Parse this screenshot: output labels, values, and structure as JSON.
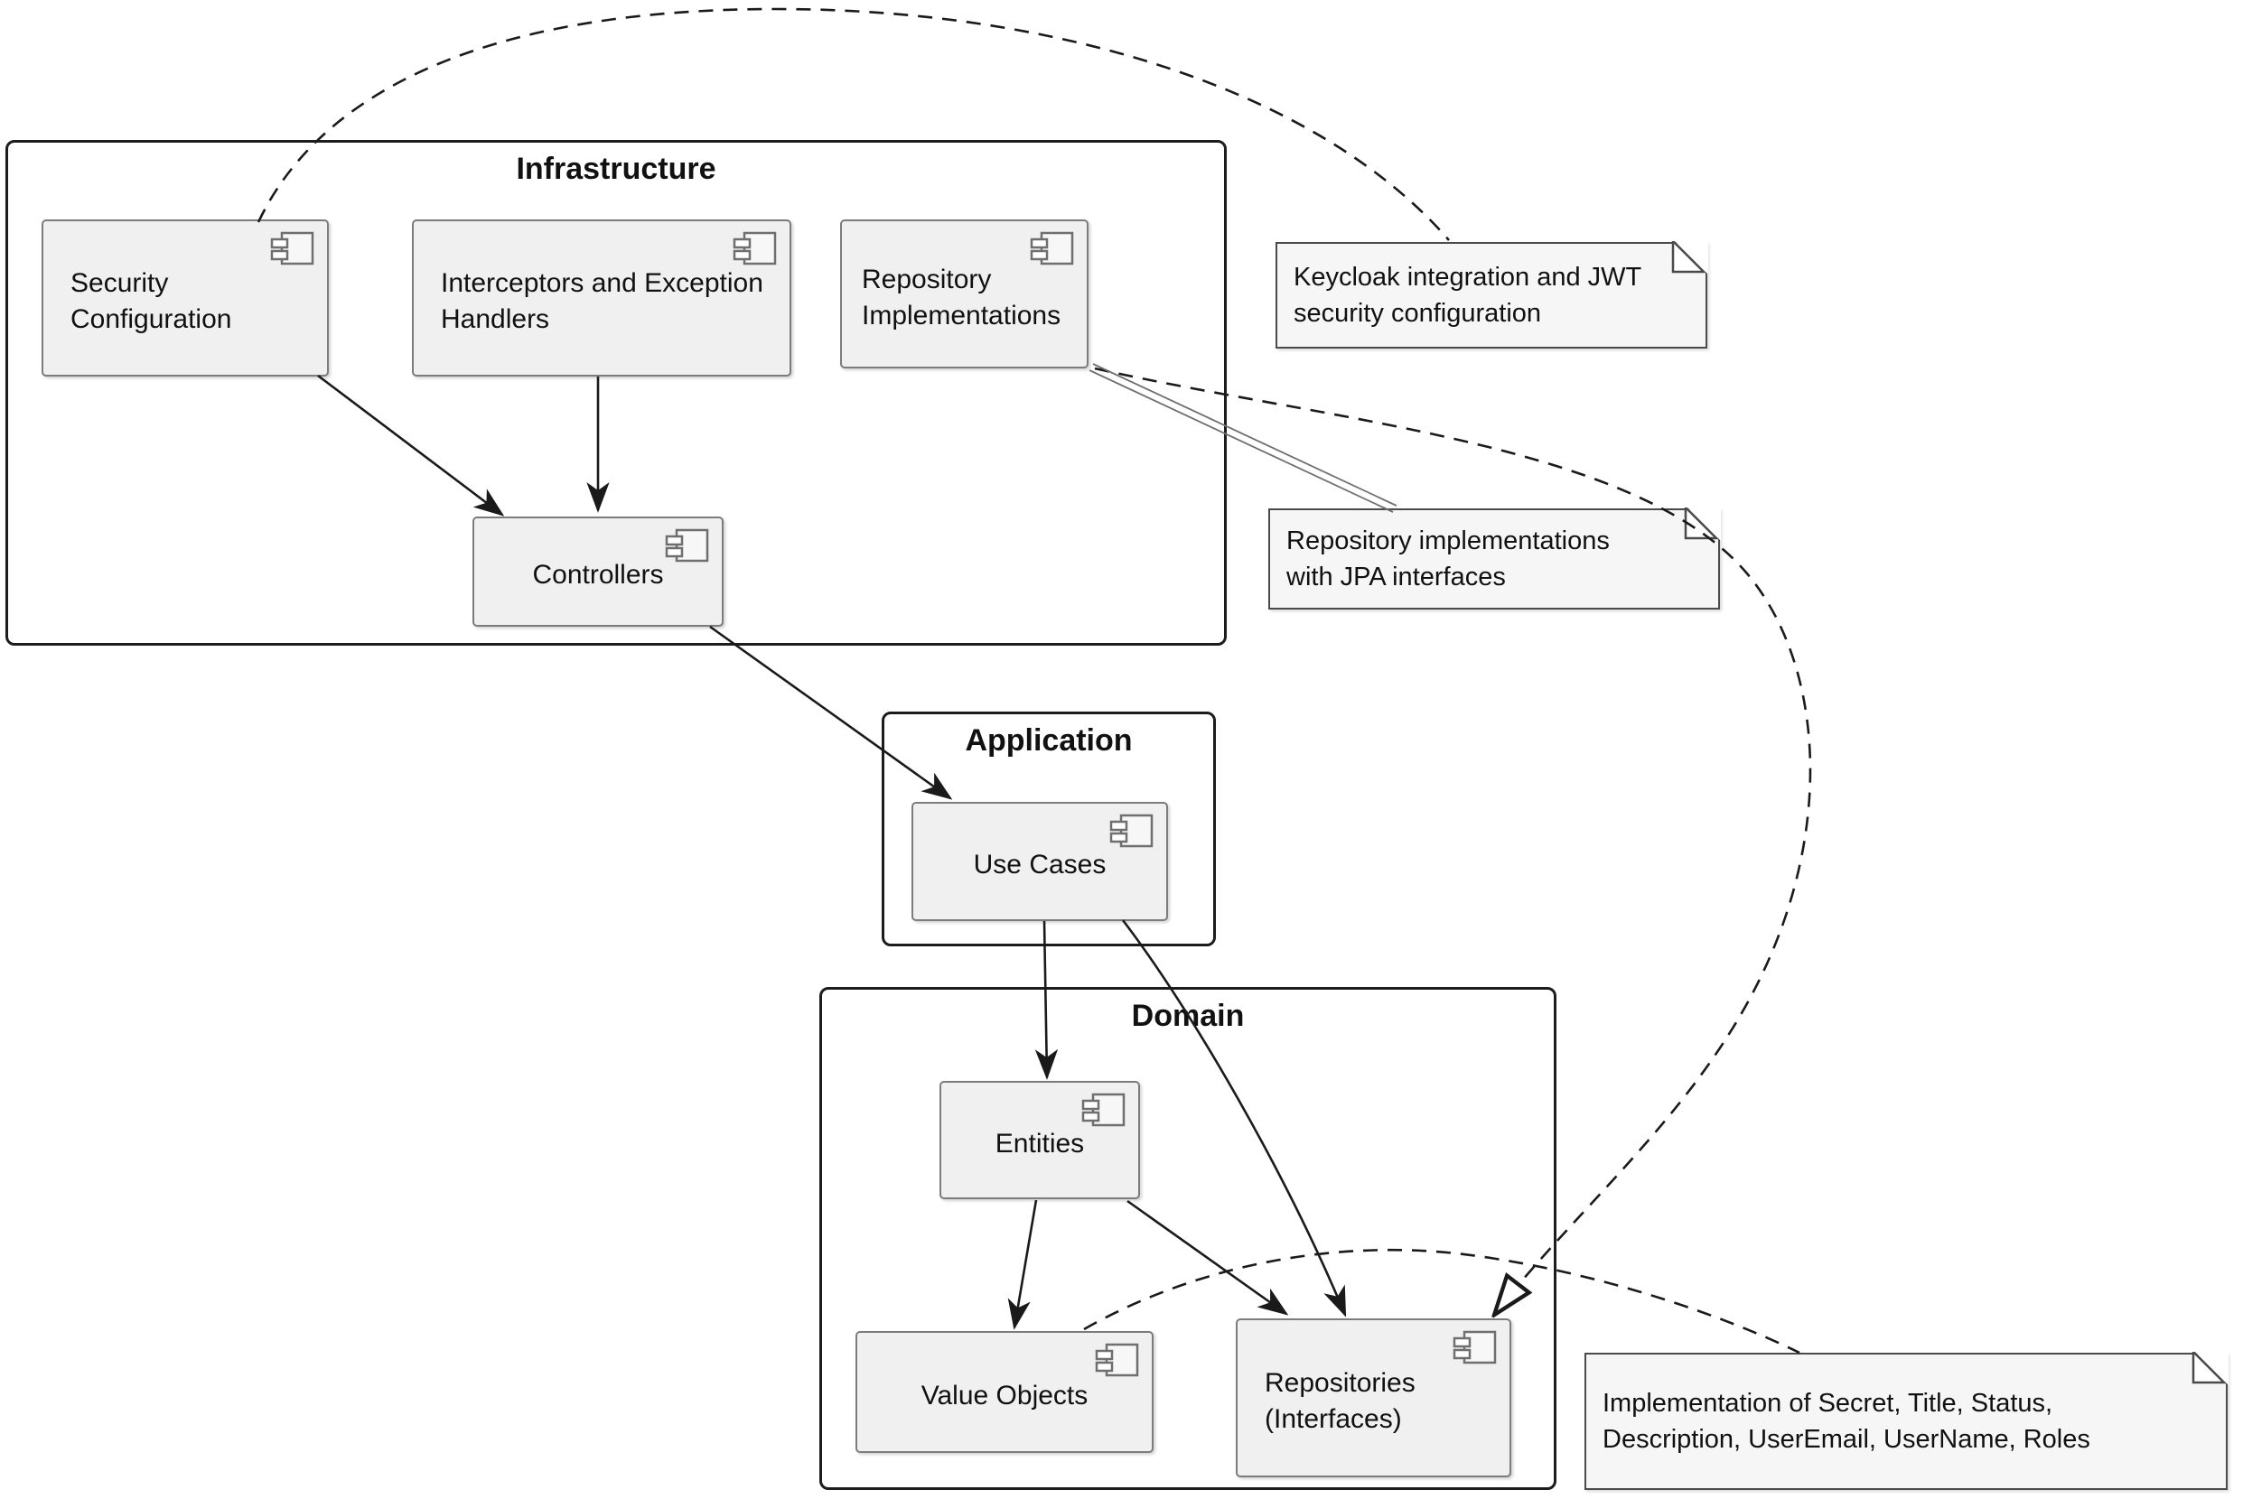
{
  "packages": [
    {
      "title": "Infrastructure"
    },
    {
      "title": "Application"
    },
    {
      "title": "Domain"
    }
  ],
  "components": [
    {
      "label": "Security Configuration"
    },
    {
      "label": "Interceptors and Exception Handlers"
    },
    {
      "label": "Repository Implementations"
    },
    {
      "label": "Controllers"
    },
    {
      "label": "Use Cases"
    },
    {
      "label": "Entities"
    },
    {
      "label": "Value Objects"
    },
    {
      "label": "Repositories (Interfaces)"
    }
  ],
  "notes": [
    {
      "text": "Keycloak integration and JWT security configuration"
    },
    {
      "text": "Repository implementations with JPA interfaces"
    },
    {
      "text": "Implementation of Secret, Title, Status, Description, UserEmail, UserName, Roles"
    }
  ],
  "colors": {
    "line": "#1a1a1a",
    "component_fill": "#f0f0f0",
    "component_border": "#7c7c7c",
    "note_fill": "#f6f6f6",
    "package_border": "#1c1c1c"
  }
}
